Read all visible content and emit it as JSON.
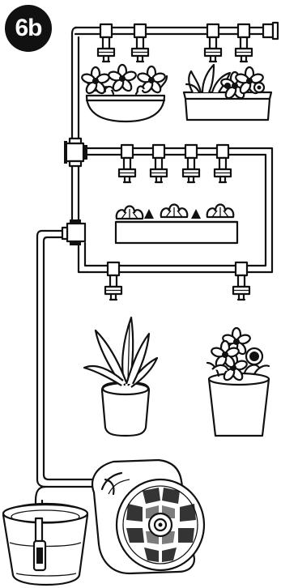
{
  "step": {
    "label": "6b"
  },
  "colors": {
    "ink": "#111111",
    "paper": "#ffffff"
  },
  "icons": [
    "step-badge",
    "dripper",
    "tee-connector",
    "elbow-connector",
    "end-cap",
    "flower-pot",
    "window-box",
    "herb-box",
    "potted-plant",
    "flower-pot-with-blooms",
    "water-bucket",
    "pump",
    "solar-pump-unit"
  ]
}
